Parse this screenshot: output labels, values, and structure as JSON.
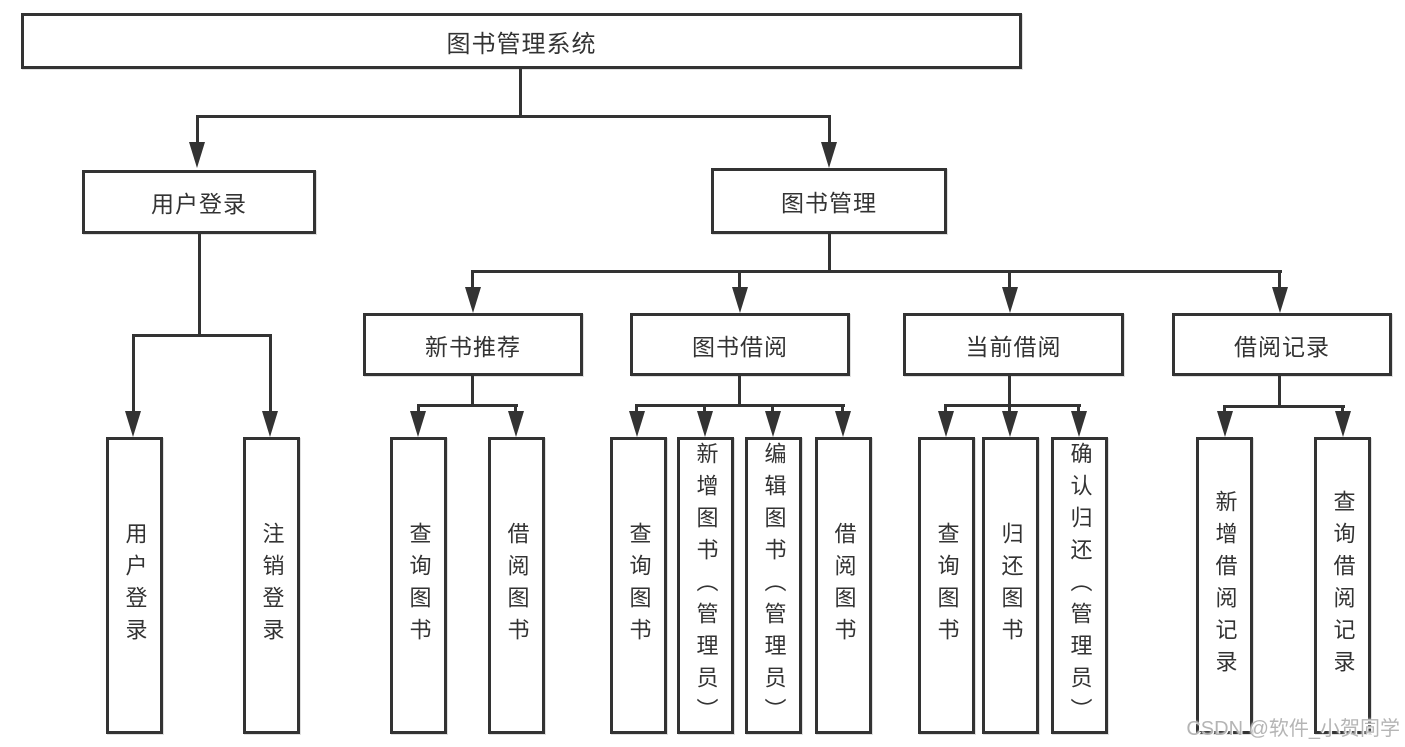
{
  "nodes": {
    "root": "图书管理系统",
    "user_login": "用户登录",
    "book_management": "图书管理",
    "new_book_recommend": "新书推荐",
    "book_borrowing": "图书借阅",
    "current_borrowing": "当前借阅",
    "borrowing_records": "借阅记录",
    "leaf_user_login": "用户登录",
    "leaf_logout": "注销登录",
    "leaf_query_books_recommend": "查询图书",
    "leaf_borrow_books_recommend": "借阅图书",
    "leaf_query_books_borrowing": "查询图书",
    "leaf_add_books_admin": "新增图书（管理员）",
    "leaf_edit_books_admin": "编辑图书（管理员）",
    "leaf_borrow_books_borrowing": "借阅图书",
    "leaf_query_books_current": "查询图书",
    "leaf_return_books": "归还图书",
    "leaf_confirm_return_admin": "确认归还（管理员）",
    "leaf_add_borrow_record": "新增借阅记录",
    "leaf_query_borrow_record": "查询借阅记录"
  },
  "watermark": "CSDN @软件_小贺同学",
  "colors": {
    "line": "#333333",
    "box_background": "#ffffff",
    "watermark": "#b5b5b5"
  }
}
